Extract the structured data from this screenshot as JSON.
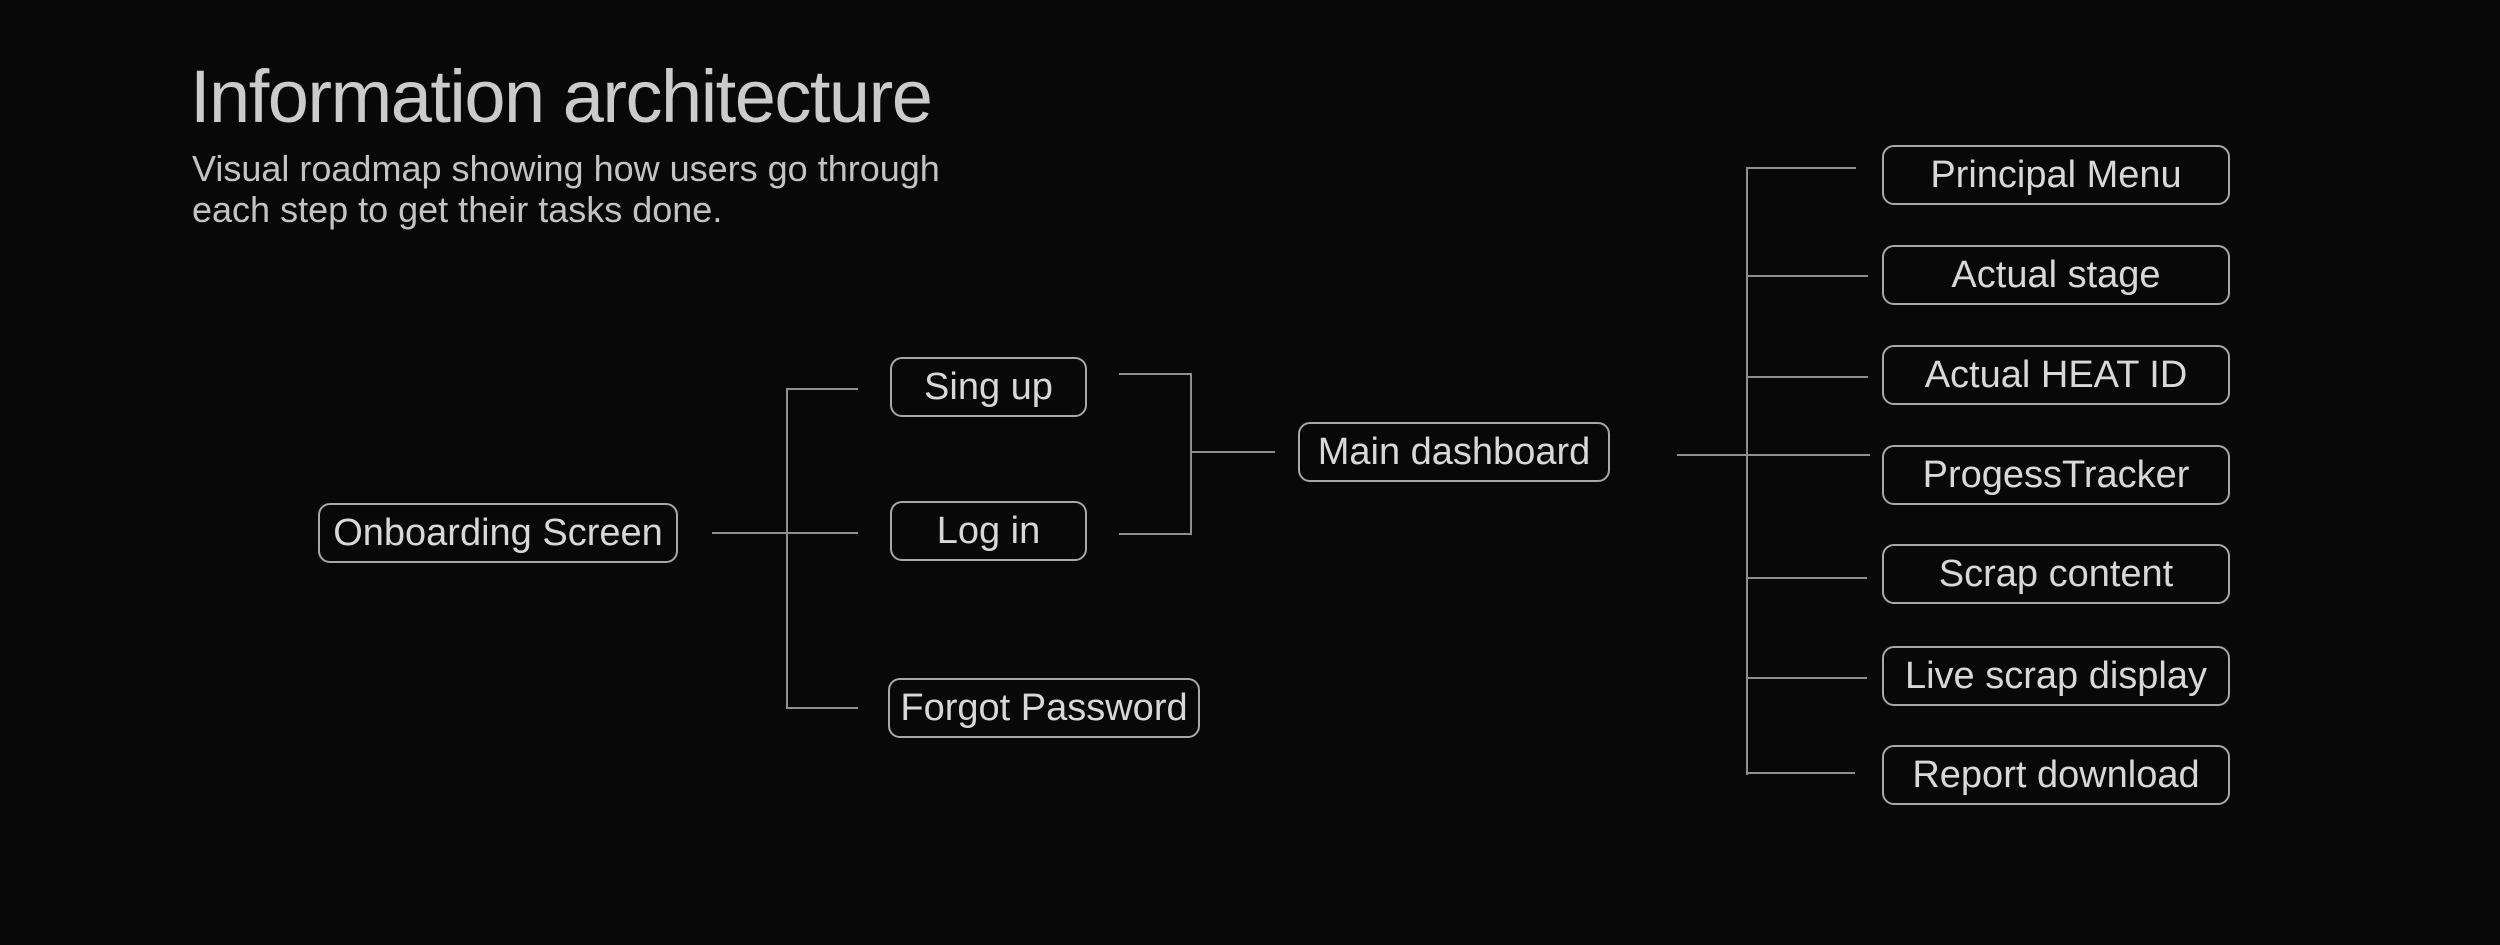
{
  "page": {
    "title": "Information architecture",
    "subtitle_line1": "Visual roadmap showing how users go through",
    "subtitle_line2": "each step to get their tasks done."
  },
  "colors": {
    "background": "#080808",
    "box_border": "#a8a8a8",
    "connector_line": "#8e8e8e",
    "title_text": "#cbcbcb",
    "subtitle_text": "#c3c3c3",
    "box_text": "#d8d8d8"
  },
  "diagram": {
    "nodes": {
      "onboarding": {
        "label": "Onboarding Screen"
      },
      "signup": {
        "label": "Sing up"
      },
      "login": {
        "label": "Log in"
      },
      "forgot": {
        "label": "Forgot Password"
      },
      "dashboard": {
        "label": "Main dashboard"
      },
      "principal": {
        "label": "Principal Menu"
      },
      "stage": {
        "label": "Actual stage"
      },
      "heatid": {
        "label": "Actual HEAT ID"
      },
      "progress": {
        "label": "ProgessTracker"
      },
      "scrap": {
        "label": "Scrap content"
      },
      "live": {
        "label": "Live scrap display"
      },
      "report": {
        "label": "Report download"
      }
    },
    "edges": [
      {
        "from": "Onboarding Screen",
        "to": "Sing up"
      },
      {
        "from": "Onboarding Screen",
        "to": "Log in"
      },
      {
        "from": "Onboarding Screen",
        "to": "Forgot Password"
      },
      {
        "from": "Sing up",
        "to": "Main dashboard"
      },
      {
        "from": "Log in",
        "to": "Main dashboard"
      },
      {
        "from": "Main dashboard",
        "to": "Principal Menu"
      },
      {
        "from": "Main dashboard",
        "to": "Actual stage"
      },
      {
        "from": "Main dashboard",
        "to": "Actual HEAT ID"
      },
      {
        "from": "Main dashboard",
        "to": "ProgessTracker"
      },
      {
        "from": "Main dashboard",
        "to": "Scrap content"
      },
      {
        "from": "Main dashboard",
        "to": "Live scrap display"
      },
      {
        "from": "Main dashboard",
        "to": "Report download"
      }
    ]
  }
}
